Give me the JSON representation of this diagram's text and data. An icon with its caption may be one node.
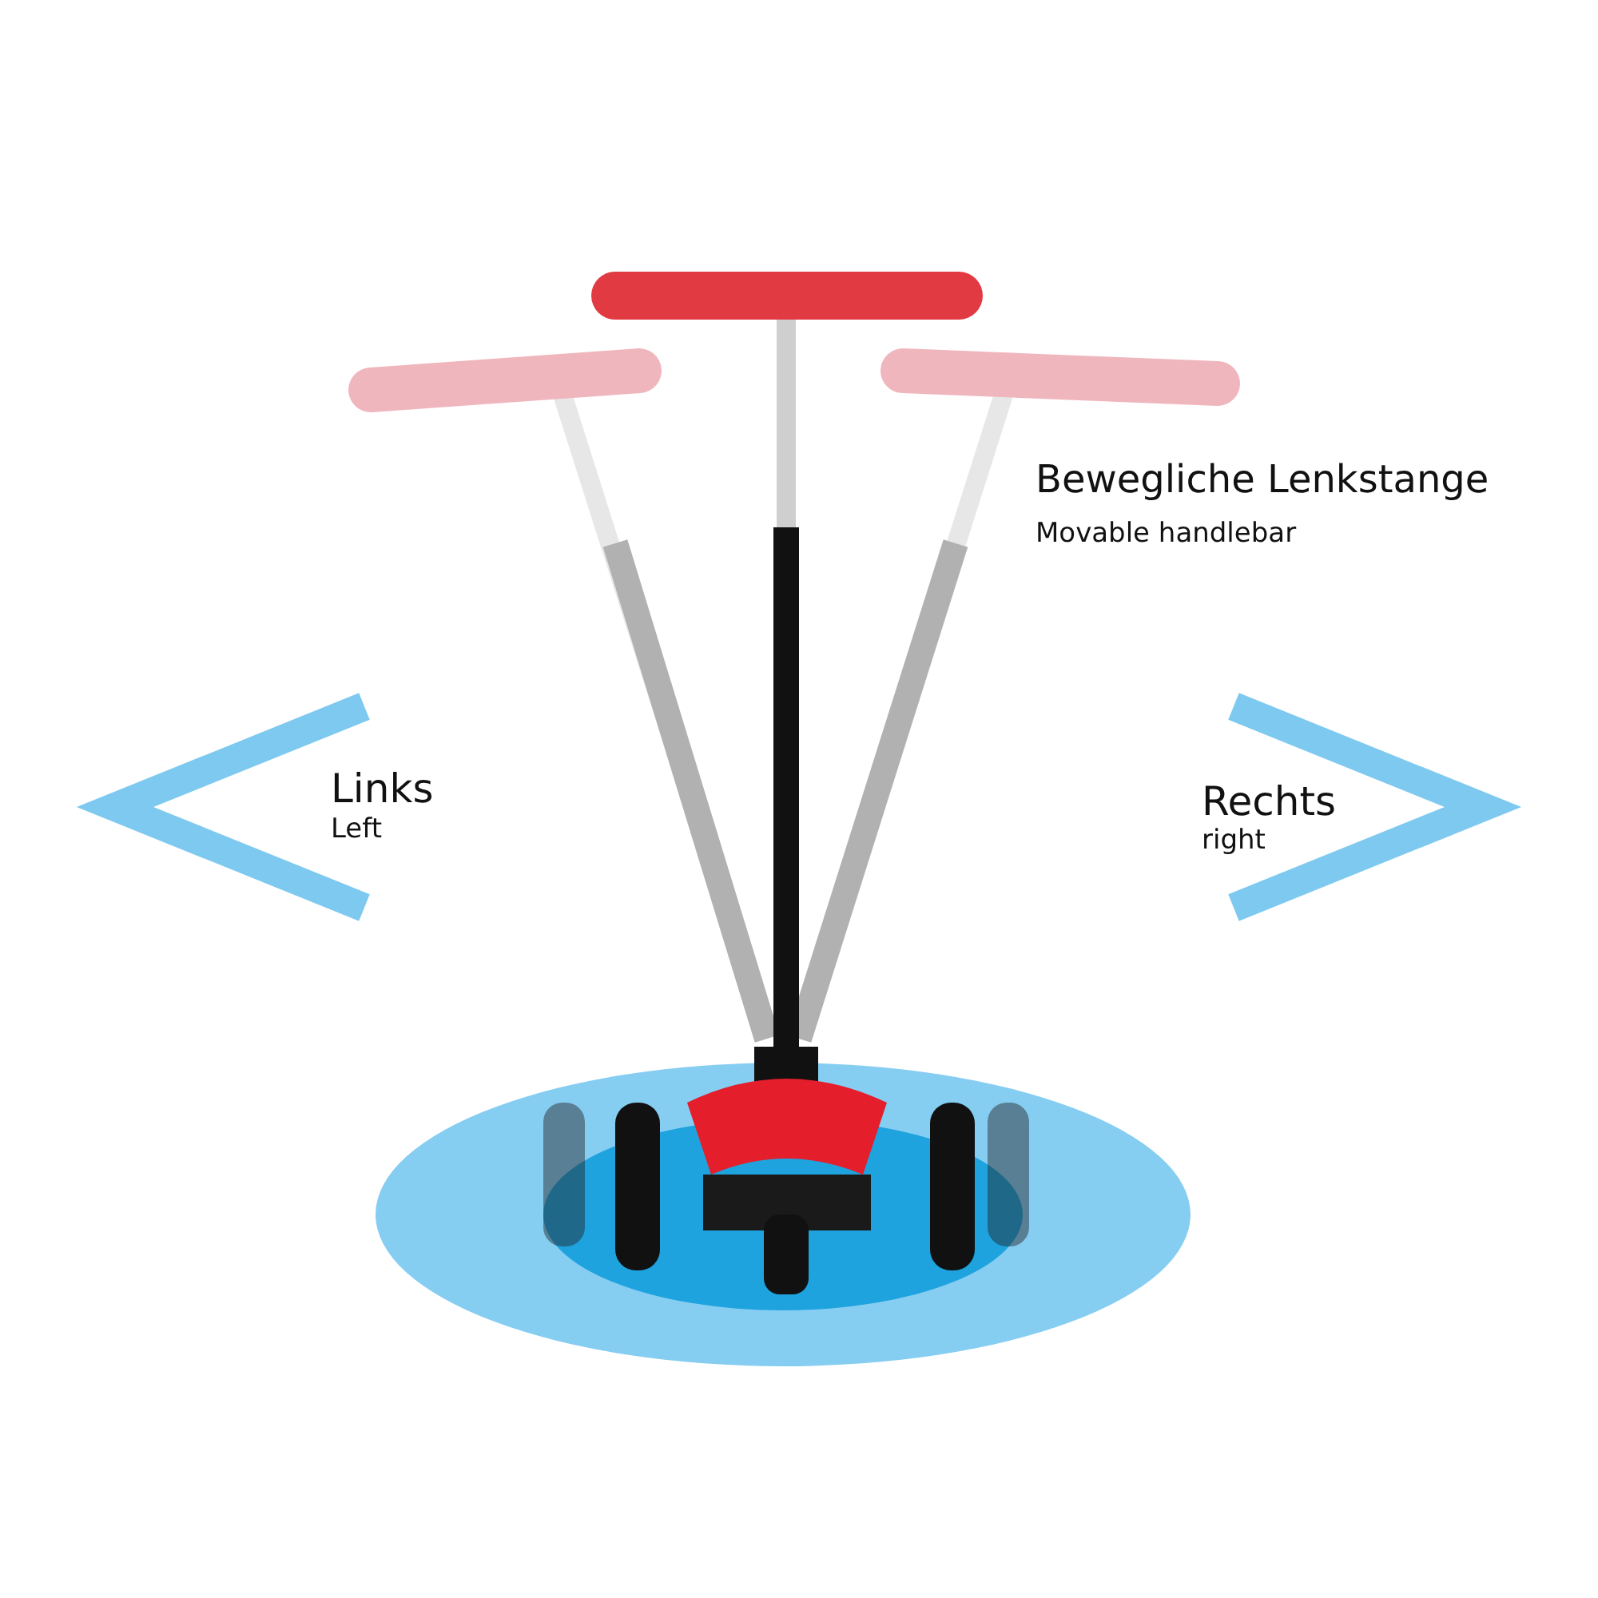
{
  "diagram": {
    "labels": [
      "Bewegliche Lenkstange",
      "Movable handlebar",
      "Links",
      "Left",
      "Rechts",
      "right"
    ]
  }
}
